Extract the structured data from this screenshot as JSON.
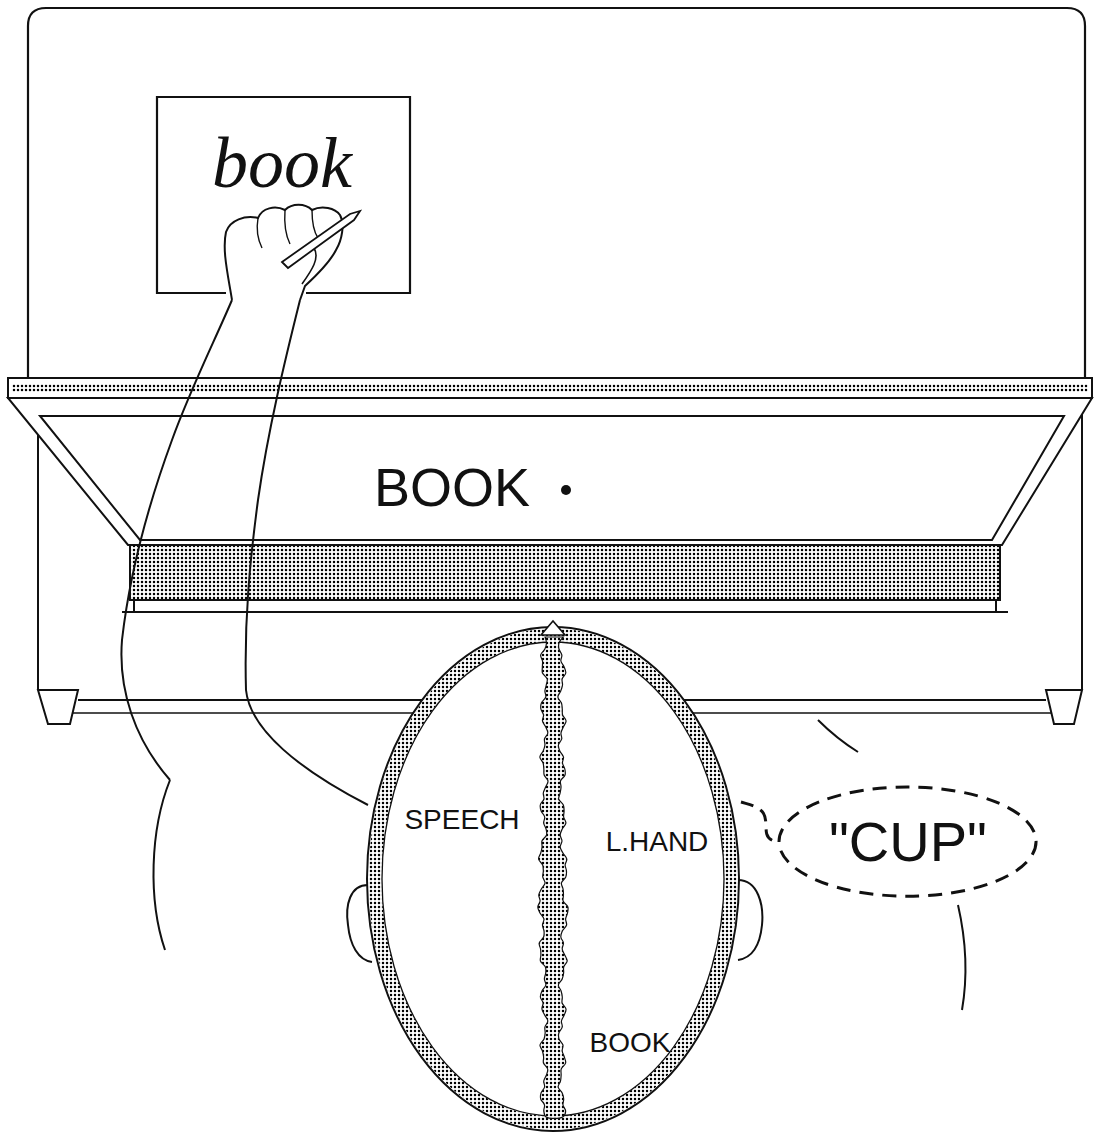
{
  "diagram": {
    "nodes": [
      {
        "text": [
          "book"
        ]
      },
      {
        "text": [
          "BOOK"
        ]
      },
      {
        "text": [
          "SPEECH",
          "L.HAND",
          "BOOK"
        ]
      },
      {
        "text": [
          "\"CUP\""
        ]
      }
    ],
    "edges": [
      {
        "from": 2,
        "to": 3,
        "arrow": "none"
      }
    ]
  }
}
